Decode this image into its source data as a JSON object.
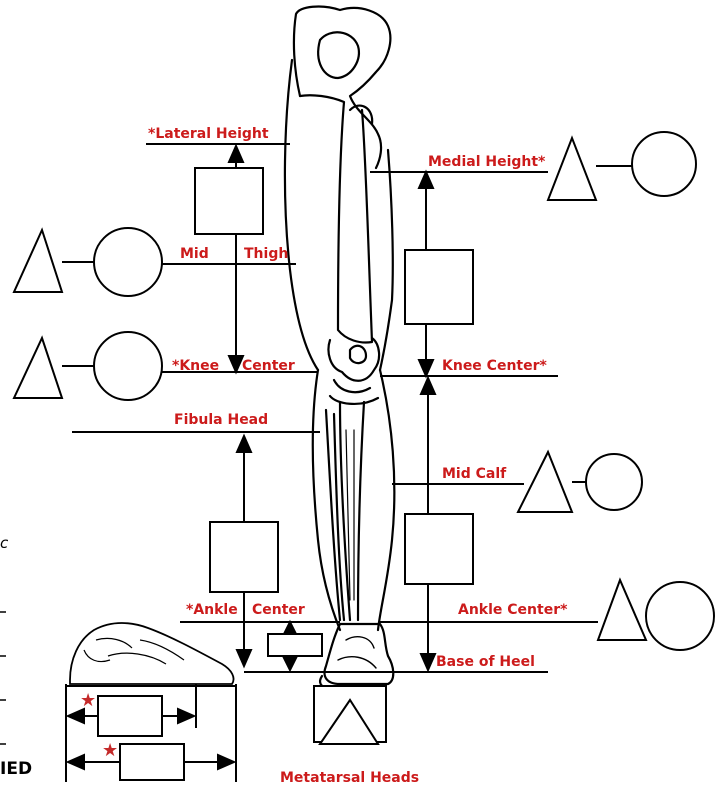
{
  "colors": {
    "label": "#cc1b1b",
    "line": "#000000",
    "star": "#c42a2a",
    "background": "#ffffff"
  },
  "labels": {
    "lateral_height": "*Lateral Height",
    "medial_height": "Medial Height*",
    "mid_thigh_left": "Mid",
    "mid_thigh_right": "Thigh",
    "knee_center_lateral": "*Knee",
    "knee_center_lateral_2": "Center",
    "knee_center_medial": "Knee Center*",
    "fibula_head": "Fibula Head",
    "mid_calf": "Mid Calf",
    "ankle_center_lateral": "*Ankle",
    "ankle_center_lateral_2": "Center",
    "ankle_center_medial": "Ankle Center*",
    "base_of_heel": "Base of Heel",
    "metatarsal_heads": "Metatarsal Heads"
  },
  "edge_text": {
    "top_fragment": "c",
    "bottom_fragment": "IED"
  },
  "icons": [
    "triangle-icon",
    "circle-icon",
    "star-icon",
    "arrow-icon"
  ]
}
